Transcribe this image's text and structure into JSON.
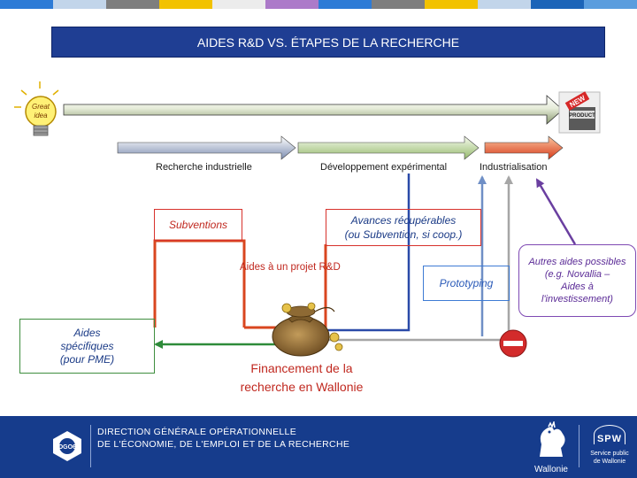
{
  "title": "AIDES R&D  VS.  ÉTAPES DE LA RECHERCHE",
  "bulb": {
    "line1": "Great",
    "line2": "idea"
  },
  "product": {
    "ribbon": "NEW",
    "label": "PRODUCT"
  },
  "stages": {
    "research": "Recherche industrielle",
    "development": "Développement expérimental",
    "industrial": "Industrialisation"
  },
  "aids": {
    "subventions": "Subventions",
    "advances_line1": "Avances récupérables",
    "advances_line2": "(ou Subvention, si coop.)",
    "project": "Aides à un projet R&D",
    "prototyping": "Prototyping",
    "other_line1": "Autres aides possibles",
    "other_line2": "(e.g. Novallia –",
    "other_line3": "Aides à",
    "other_line4": "l'investissement)",
    "sme_line1": "Aides",
    "sme_line2": "spécifiques",
    "sme_line3": "(pour PME)",
    "funding_line1": "Financement de la",
    "funding_line2": "recherche en Wallonie"
  },
  "footer": {
    "line1": "DIRECTION GÉNÉRALE OPÉRATIONNELLE",
    "line2": "DE L'ÉCONOMIE, DE L'EMPLOI ET DE LA RECHERCHE",
    "dgo_logo": "DGO6",
    "wallonie": "Wallonie",
    "spw": "SPW",
    "spw_sub1": "Service public",
    "spw_sub2": "de Wallonie"
  },
  "colors": {
    "title_bg": "#1f3e93",
    "footer_bg": "#163c8c",
    "research_arrow": "#9aa7c2",
    "development_arrow": "#b9d0a0",
    "industrial_arrow": "#e25a2a",
    "line_red": "#d9461f",
    "line_blue": "#2a4aa8",
    "line_lightblue": "#6f8fc6",
    "line_grey": "#a6a6a6",
    "line_purple": "#6a3fa0",
    "line_green": "#2e8b3a",
    "box_red": "#d7322c",
    "box_purple": "#7e49b3",
    "box_lightblue": "#3e7bd4",
    "box_green": "#3f8e3f"
  }
}
